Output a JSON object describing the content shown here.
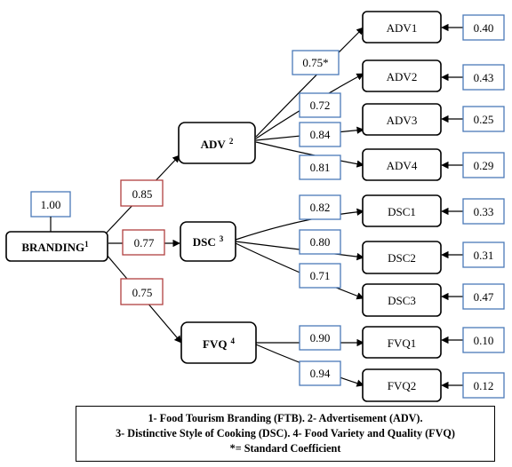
{
  "root": {
    "label": "BRANDING",
    "sup": "1",
    "variance": "1.00"
  },
  "constructs": [
    {
      "id": "adv",
      "label": "ADV",
      "sup": "2",
      "loading": "0.85"
    },
    {
      "id": "dsc",
      "label": "DSC",
      "sup": "3",
      "loading": "0.77"
    },
    {
      "id": "fvq",
      "label": "FVQ",
      "sup": "4",
      "loading": "0.75"
    }
  ],
  "indicators": [
    {
      "id": "adv1",
      "label": "ADV1",
      "loading": "0.75*",
      "error": "0.40"
    },
    {
      "id": "adv2",
      "label": "ADV2",
      "loading": "0.72",
      "error": "0.43"
    },
    {
      "id": "adv3",
      "label": "ADV3",
      "loading": "0.84",
      "error": "0.25"
    },
    {
      "id": "adv4",
      "label": "ADV4",
      "loading": "0.81",
      "error": "0.29"
    },
    {
      "id": "dsc1",
      "label": "DSC1",
      "loading": "0.82",
      "error": "0.33"
    },
    {
      "id": "dsc2",
      "label": "DSC2",
      "loading": "0.80",
      "error": "0.31"
    },
    {
      "id": "dsc3",
      "label": "DSC3",
      "loading": "0.71",
      "error": "0.47"
    },
    {
      "id": "fvq1",
      "label": "FVQ1",
      "loading": "0.90",
      "error": "0.10"
    },
    {
      "id": "fvq2",
      "label": "FVQ2",
      "loading": "0.94",
      "error": "0.12"
    }
  ],
  "legend": {
    "line1": "1- Food Tourism Branding (FTB). 2- Advertisement (ADV).",
    "line2": "3- Distinctive Style of Cooking (DSC). 4- Food Variety and Quality (FVQ)",
    "line3": "*= Standard Coefficient"
  }
}
